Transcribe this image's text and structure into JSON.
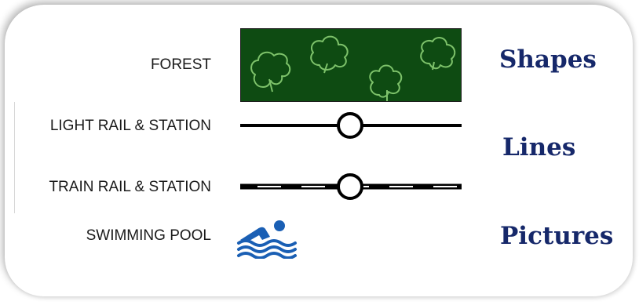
{
  "legend": {
    "rows": [
      {
        "label": "FOREST",
        "symbol_icon": "forest-tree-outlines-icon",
        "fill_color": "#0e4b12",
        "outline_color": "#7dc26a"
      },
      {
        "label": "LIGHT RAIL & STATION",
        "symbol_icon": "solid-line-station-icon"
      },
      {
        "label": "TRAIN RAIL & STATION",
        "symbol_icon": "dashed-line-station-icon"
      },
      {
        "label": "SWIMMING POOL",
        "symbol_icon": "swimmer-icon",
        "icon_color": "#1a5fb4"
      }
    ]
  },
  "categories": {
    "shapes": "Shapes",
    "lines": "Lines",
    "pictures": "Pictures",
    "color": "#16286a"
  }
}
